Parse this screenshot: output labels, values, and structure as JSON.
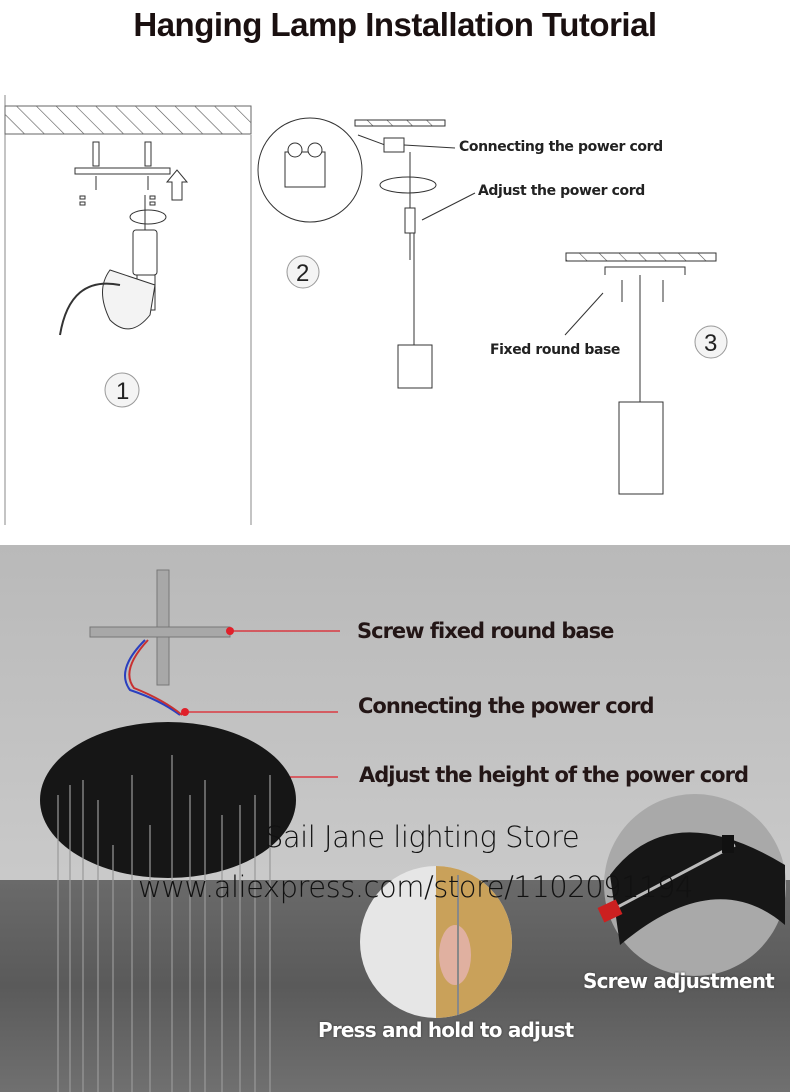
{
  "title": "Hanging Lamp Installation Tutorial",
  "steps": {
    "step1_number": "1",
    "step2_number": "2",
    "step3_number": "3",
    "step2_label_connect": "Connecting the power cord",
    "step2_label_adjust": "Adjust the power cord",
    "step3_label_base": "Fixed round base"
  },
  "photo": {
    "label_screw_base": "Screw fixed round base",
    "label_connect": "Connecting the power cord",
    "label_adjust_height": "Adjust the height of the power cord",
    "label_screw_adjustment": "Screw adjustment",
    "label_press_hold": "Press and hold to adjust"
  },
  "watermark": {
    "store": "Sail Jane lighting Store",
    "url": "www.aliexpress.com/store/1102091194"
  },
  "colors": {
    "accent_red": "#e0202a",
    "gold": "#c9a15a"
  }
}
